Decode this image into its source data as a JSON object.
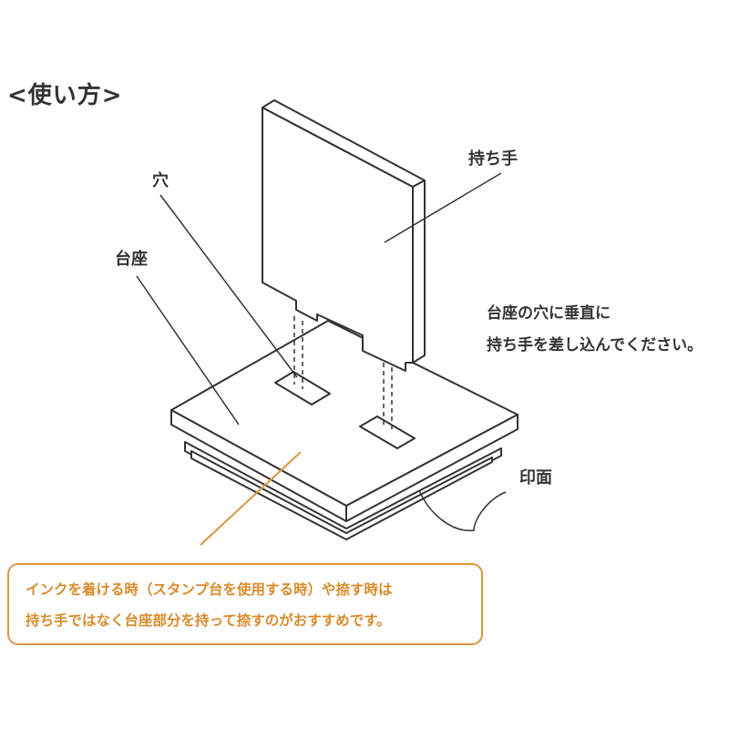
{
  "title": "<使い方>",
  "labels": {
    "hole": "穴",
    "base": "台座",
    "handle": "持ち手",
    "print_face": "印面"
  },
  "instruction": {
    "line1": "台座の穴に垂直に",
    "line2": "持ち手を差し込んでください。"
  },
  "note": {
    "line1": "インクを着ける時（スタンプ台を使用する時）や捺す時は",
    "line2": "持ち手ではなく台座部分を持って捺すのがおすすめです。"
  },
  "colors": {
    "line": "#333333",
    "accent": "#d9953f",
    "note_text": "#d98a2b"
  }
}
